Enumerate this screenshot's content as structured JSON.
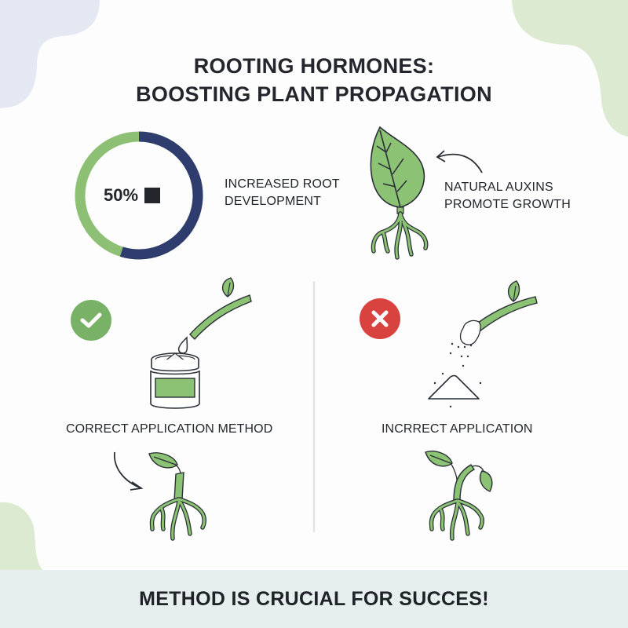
{
  "title": {
    "line1": "ROOTING HORMONES:",
    "line2": "BOOSTING PLANT PROPAGATION"
  },
  "stat": {
    "value": "50%",
    "percent": 50,
    "label_line1": "INCREASED ROOT",
    "label_line2": "DEVELOPMENT",
    "colors": {
      "filled": "#2f3c6e",
      "remaining": "#8dc074"
    }
  },
  "auxins": {
    "label_line1": "NATURAL AUXINS",
    "label_line2": "PROMOTE GROWTH"
  },
  "correct": {
    "badge_icon": "checkmark-icon",
    "caption": "CORRECT APPLICATION METHOD",
    "color": "#79b266"
  },
  "incorrect": {
    "badge_icon": "x-mark-icon",
    "caption": "INCRRECT APPLICATION",
    "color": "#d9433f"
  },
  "footer": {
    "text": "METHOD IS CRUCIAL FOR SUCCES!"
  },
  "palette": {
    "leaf_green": "#8cc274",
    "outline": "#2a2f36",
    "blob_blue": "#e3e8f2",
    "blob_green": "#dbead0",
    "footer_bg": "#e7eeee"
  }
}
